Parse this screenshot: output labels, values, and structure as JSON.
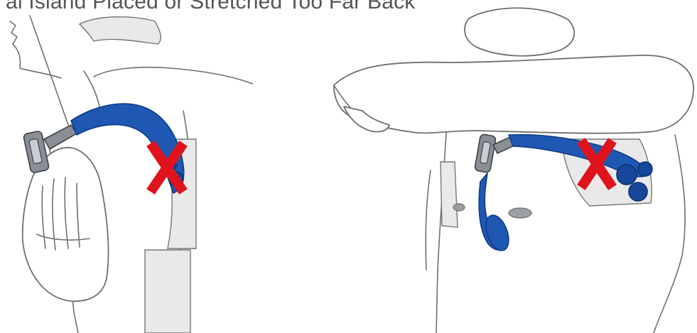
{
  "title": "al Island Placed or Stretched Too Far Back",
  "colors": {
    "lead_blue": "#1f58b2",
    "warning_red": "#e0131d",
    "outline_gray": "#6f6f6f",
    "pad_gray": "#e9e9e9"
  },
  "panels": [
    {
      "name": "left-view",
      "mark": "X"
    },
    {
      "name": "right-view",
      "mark": "X"
    }
  ]
}
